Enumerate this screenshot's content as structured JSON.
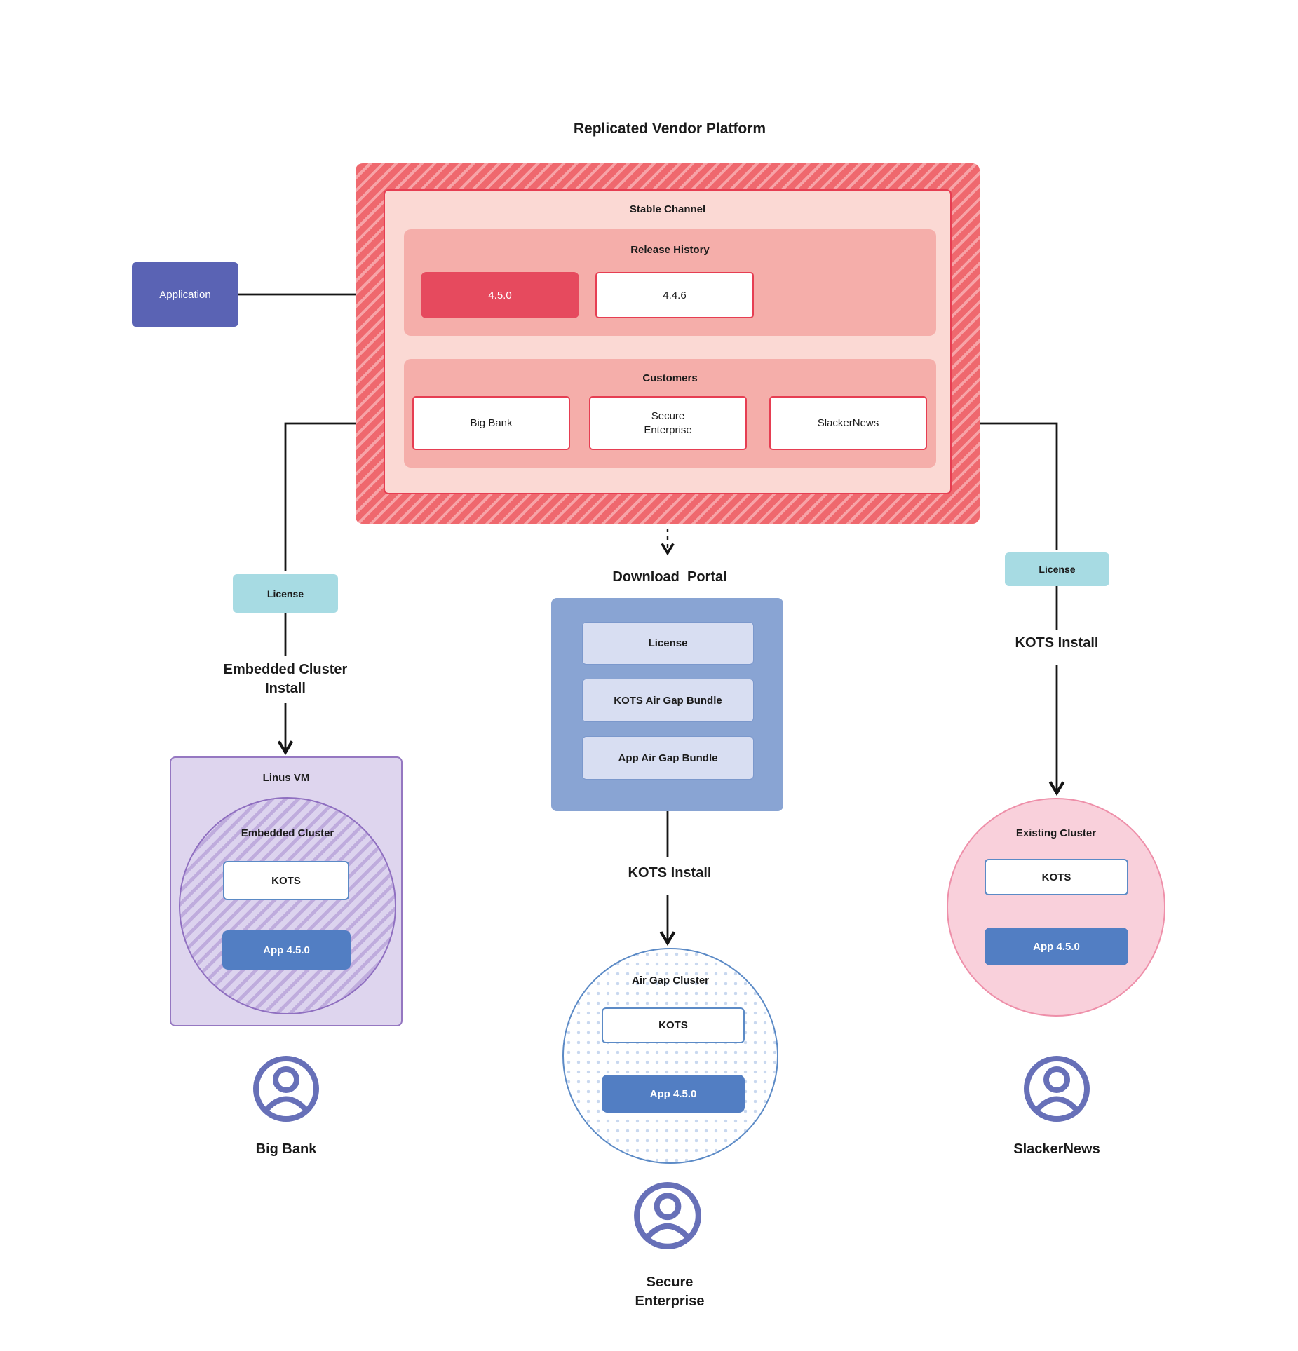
{
  "title": "Replicated Vendor Platform",
  "platform": {
    "stable_channel_label": "Stable Channel",
    "release_history_label": "Release History",
    "release_current": "4.5.0",
    "release_previous": "4.4.6",
    "customers_label": "Customers",
    "customer_big_bank": "Big Bank",
    "customer_secure_enterprise": "Secure\nEnterprise",
    "customer_slackernews": "SlackerNews"
  },
  "application_label": "Application",
  "left_flow": {
    "license_label": "License",
    "install_label": "Embedded Cluster\nInstall",
    "vm_label": "Linus VM",
    "cluster_label": "Embedded Cluster",
    "kots_label": "KOTS",
    "app_label": "App 4.5.0",
    "persona_label": "Big Bank"
  },
  "middle_flow": {
    "portal_title": "Download  Portal",
    "portal_items": [
      "License",
      "KOTS Air Gap Bundle",
      "App Air Gap Bundle"
    ],
    "install_label": "KOTS Install",
    "cluster_label": "Air Gap Cluster",
    "kots_label": "KOTS",
    "app_label": "App 4.5.0",
    "persona_label": "Secure\nEnterprise"
  },
  "right_flow": {
    "license_label": "License",
    "install_label": "KOTS Install",
    "cluster_label": "Existing Cluster",
    "kots_label": "KOTS",
    "app_label": "App 4.5.0",
    "persona_label": "SlackerNews"
  },
  "colors": {
    "hatch_red_base": "#ef686e",
    "hatch_red_stripe": "#f7a3a7",
    "stable_fill": "#fbd9d4",
    "red_border": "#e63e52",
    "salmon_fill": "#f5aeaa",
    "release_highlight": "#e64a5e",
    "application_purple": "#5a63b4",
    "license_teal": "#a7dbe3",
    "portal_blue": "#89a4d3",
    "portal_item_fill": "#d8def2",
    "kots_border_blue": "#5b8ac6",
    "app_blue": "#527ec3",
    "vm_lavender": "#ded5ee",
    "vm_border_purple": "#9577c1",
    "embedded_stripe_purple": "#bfacdd",
    "existing_pink_fill": "#f9d0db",
    "existing_pink_border": "#ee8fa9",
    "airgap_dot_blue": "#c9d8ef",
    "person_icon_purple": "#6770b8",
    "connector_black": "#141414"
  }
}
